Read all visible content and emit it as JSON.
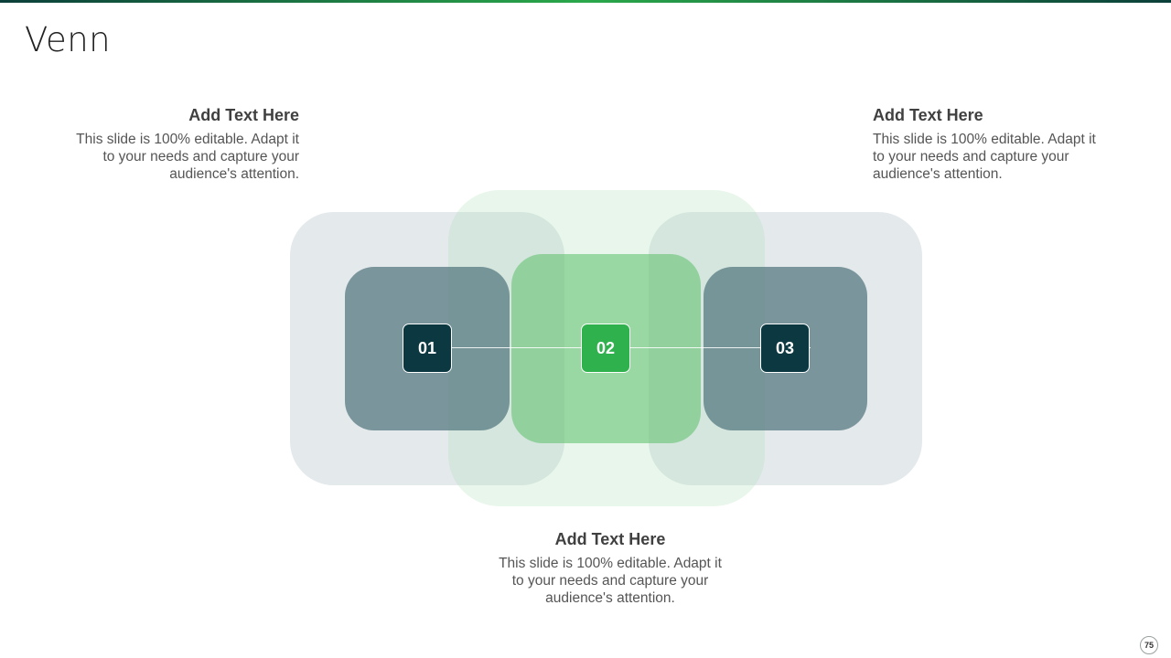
{
  "slide": {
    "title": "Venn",
    "page_number": "75"
  },
  "blocks": {
    "left": {
      "heading": "Add Text Here",
      "body": "This slide is 100% editable. Adapt it to your needs and capture your audience's attention."
    },
    "right": {
      "heading": "Add Text Here",
      "body": "This slide is 100% editable. Adapt it to your needs and capture your audience's attention."
    },
    "bottom": {
      "heading": "Add Text Here",
      "body": "This slide is 100% editable. Adapt it to your needs and capture your audience's attention."
    }
  },
  "venn": {
    "labels": [
      "01",
      "02",
      "03"
    ]
  },
  "colors": {
    "dark_teal": "#0c3842",
    "green": "#2fb14d",
    "slate": "#50767d",
    "light_green": "#69c478"
  }
}
